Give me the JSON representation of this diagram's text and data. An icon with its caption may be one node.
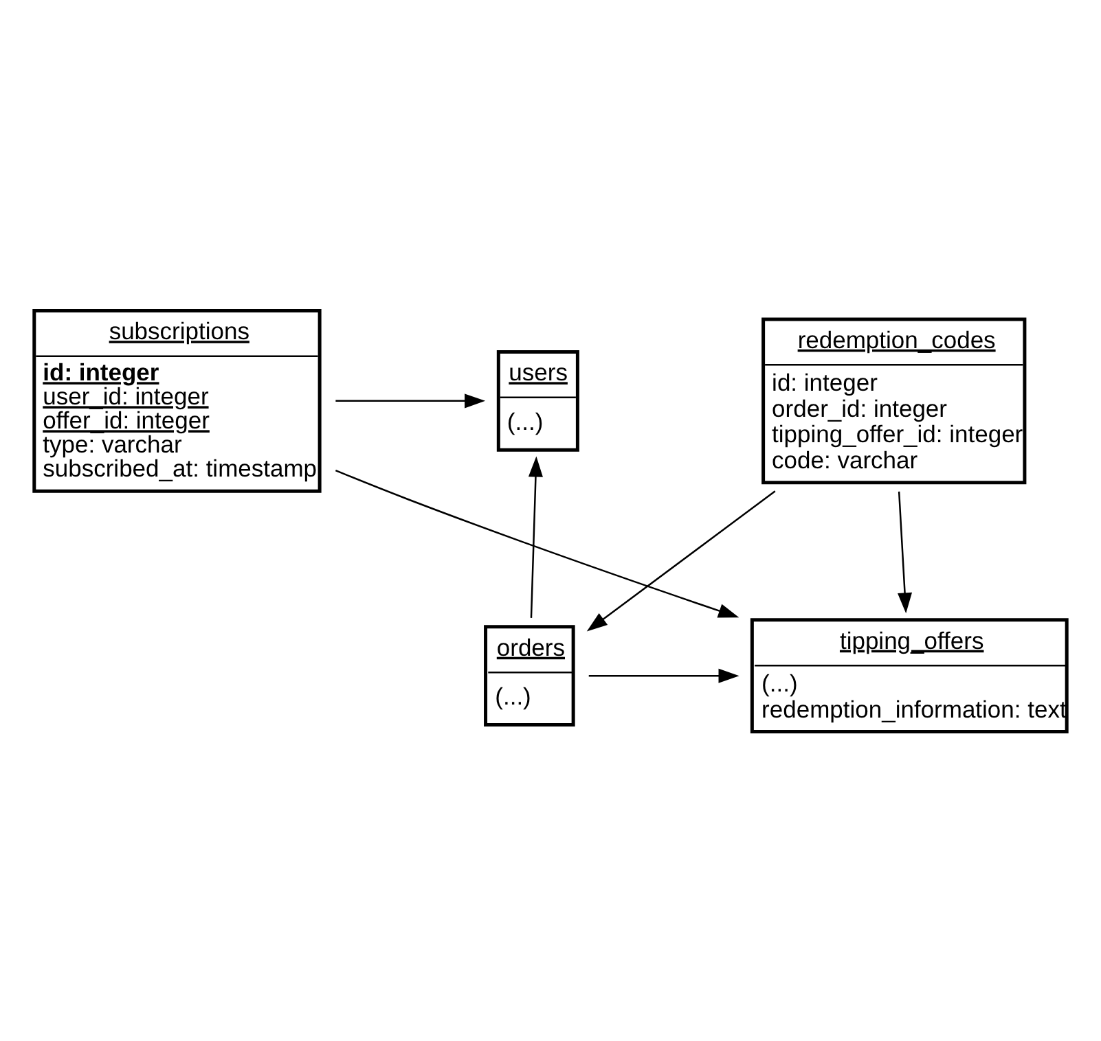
{
  "diagram": {
    "nodes": [
      {
        "text": [
          "subscriptions",
          "id: integer",
          "user_id: integer",
          "offer_id: integer",
          "type: varchar",
          "subscribed_at: timestamp"
        ]
      },
      {
        "text": [
          "users",
          "(...)"
        ]
      },
      {
        "text": [
          "tipping_offers",
          "(...)",
          "redemption_information: text"
        ]
      },
      {
        "text": [
          "orders",
          "(...)"
        ]
      },
      {
        "text": [
          "redemption_codes",
          "id: integer",
          "order_id: integer",
          "tipping_offer_id: integer",
          "code: varchar"
        ]
      }
    ],
    "edges": [
      {
        "from": 0,
        "to": 1,
        "arrow": "to"
      },
      {
        "from": 0,
        "to": 2,
        "arrow": "to"
      },
      {
        "from": 3,
        "to": 1,
        "arrow": "to"
      },
      {
        "from": 3,
        "to": 2,
        "arrow": "to"
      },
      {
        "from": 4,
        "to": 2,
        "arrow": "to"
      },
      {
        "from": 4,
        "to": 3,
        "arrow": "to"
      }
    ]
  }
}
